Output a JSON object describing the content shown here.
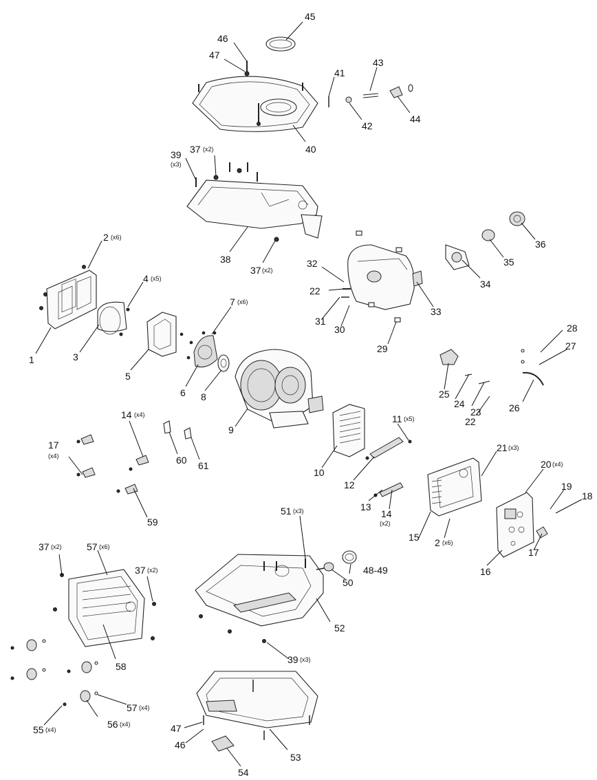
{
  "callouts": [
    {
      "num": "45",
      "qty": ""
    },
    {
      "num": "46",
      "qty": ""
    },
    {
      "num": "47",
      "qty": ""
    },
    {
      "num": "41",
      "qty": ""
    },
    {
      "num": "43",
      "qty": ""
    },
    {
      "num": "42",
      "qty": ""
    },
    {
      "num": "44",
      "qty": ""
    },
    {
      "num": "40",
      "qty": ""
    },
    {
      "num": "39",
      "qty": "(x3)"
    },
    {
      "num": "37",
      "qty": "(x2)"
    },
    {
      "num": "38",
      "qty": ""
    },
    {
      "num": "37",
      "qty": "(x2)"
    },
    {
      "num": "2",
      "qty": "(x6)"
    },
    {
      "num": "4",
      "qty": "(x5)"
    },
    {
      "num": "1",
      "qty": ""
    },
    {
      "num": "3",
      "qty": ""
    },
    {
      "num": "7",
      "qty": "(x6)"
    },
    {
      "num": "5",
      "qty": ""
    },
    {
      "num": "6",
      "qty": ""
    },
    {
      "num": "8",
      "qty": ""
    },
    {
      "num": "9",
      "qty": ""
    },
    {
      "num": "32",
      "qty": ""
    },
    {
      "num": "22",
      "qty": ""
    },
    {
      "num": "31",
      "qty": ""
    },
    {
      "num": "30",
      "qty": ""
    },
    {
      "num": "33",
      "qty": ""
    },
    {
      "num": "29",
      "qty": ""
    },
    {
      "num": "34",
      "qty": ""
    },
    {
      "num": "35",
      "qty": ""
    },
    {
      "num": "36",
      "qty": ""
    },
    {
      "num": "28",
      "qty": ""
    },
    {
      "num": "27",
      "qty": ""
    },
    {
      "num": "25",
      "qty": ""
    },
    {
      "num": "24",
      "qty": ""
    },
    {
      "num": "23",
      "qty": ""
    },
    {
      "num": "22",
      "qty": ""
    },
    {
      "num": "26",
      "qty": ""
    },
    {
      "num": "14",
      "qty": "(x4)"
    },
    {
      "num": "17",
      "qty": "(x4)"
    },
    {
      "num": "60",
      "qty": ""
    },
    {
      "num": "61",
      "qty": ""
    },
    {
      "num": "59",
      "qty": ""
    },
    {
      "num": "10",
      "qty": ""
    },
    {
      "num": "11",
      "qty": "(x5)"
    },
    {
      "num": "12",
      "qty": ""
    },
    {
      "num": "13",
      "qty": ""
    },
    {
      "num": "14",
      "qty": "(x2)"
    },
    {
      "num": "21",
      "qty": "(x3)"
    },
    {
      "num": "20",
      "qty": "(x4)"
    },
    {
      "num": "19",
      "qty": ""
    },
    {
      "num": "18",
      "qty": ""
    },
    {
      "num": "15",
      "qty": ""
    },
    {
      "num": "2",
      "qty": "(x6)"
    },
    {
      "num": "17",
      "qty": ""
    },
    {
      "num": "16",
      "qty": ""
    },
    {
      "num": "51",
      "qty": "(x3)"
    },
    {
      "num": "48-49",
      "qty": ""
    },
    {
      "num": "50",
      "qty": ""
    },
    {
      "num": "37",
      "qty": "(x2)"
    },
    {
      "num": "57",
      "qty": "(x6)"
    },
    {
      "num": "37",
      "qty": "(x2)"
    },
    {
      "num": "52",
      "qty": ""
    },
    {
      "num": "58",
      "qty": ""
    },
    {
      "num": "39",
      "qty": "(x3)"
    },
    {
      "num": "57",
      "qty": "(x4)"
    },
    {
      "num": "55",
      "qty": "(x4)"
    },
    {
      "num": "56",
      "qty": "(x4)"
    },
    {
      "num": "47",
      "qty": ""
    },
    {
      "num": "46",
      "qty": ""
    },
    {
      "num": "53",
      "qty": ""
    },
    {
      "num": "54",
      "qty": ""
    }
  ]
}
